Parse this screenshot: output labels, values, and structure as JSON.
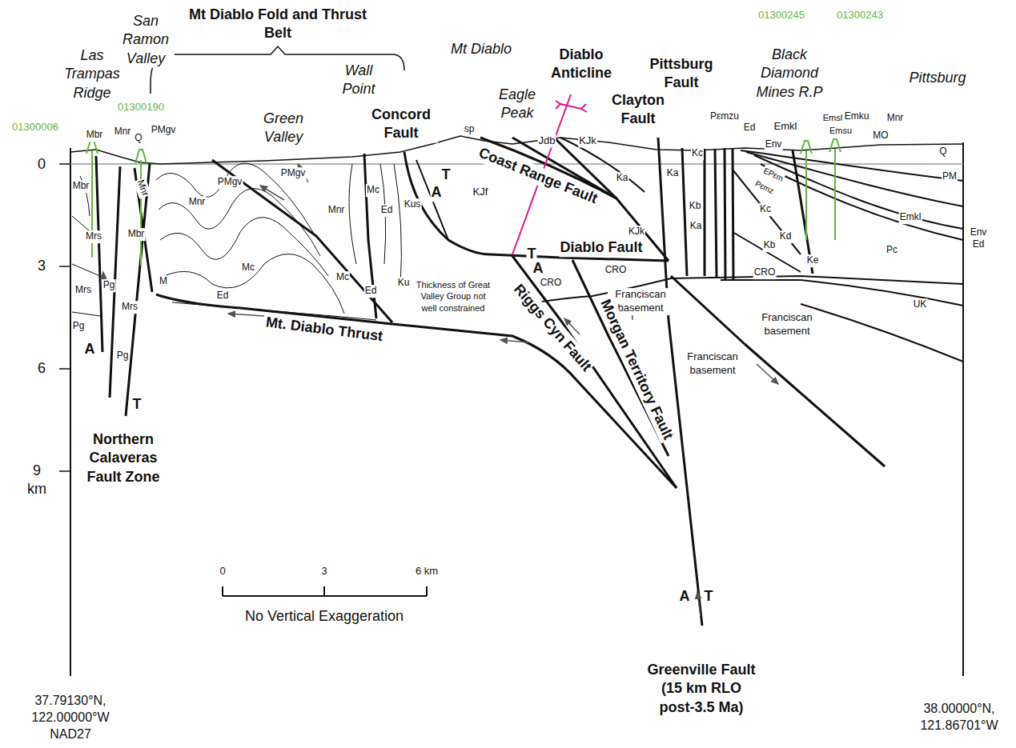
{
  "diagram": {
    "labels": [
      "Las Trampas Ridge",
      "San Ramon Valley",
      "Mt Diablo Fold and Thrust Belt",
      "Green Valley",
      "Wall Point",
      "Mt Diablo",
      "Eagle Peak",
      "Diablo Anticline",
      "Concord Fault",
      "Clayton Fault",
      "Pittsburg Fault",
      "Black Diamond Mines R.P",
      "Pittsburg",
      "01300245",
      "01300243",
      "01300190",
      "01300006",
      "Mbr",
      "Mnr",
      "Q",
      "PMgv",
      "Mbr",
      "Mnr",
      "Mrs",
      "Mrs",
      "Pg",
      "Pg",
      "Mbr",
      "Mrs",
      "M",
      "Pg",
      "A",
      "T",
      "Northern Calaveras Fault Zone",
      "Mnr",
      "Mc",
      "Ed",
      "PMgv",
      "PMgv",
      "Mnr",
      "Mc",
      "Mc",
      "Ed",
      "Ed",
      "Ku",
      "Kus",
      "Mt. Diablo Thrust",
      "T",
      "A",
      "KJf",
      "sp",
      "Jdb",
      "KJk",
      "Coast Range Fault",
      "Ka",
      "Ka",
      "KJk",
      "T",
      "Diablo Fault",
      "A",
      "CRO",
      "CRO",
      "Franciscan basement",
      "Thickness of Great Valley Group not well constrained",
      "Riggs Cyn Fault",
      "Morgan Territory Fault",
      "Franciscan basement",
      "Franciscan basement",
      "A",
      "T",
      "Greenville Fault (15 km RLO post-3.5 Ma)",
      "Kc",
      "Pεmzu",
      "Ed",
      "Emkl",
      "Kb",
      "Ka",
      "Kc",
      "Kb",
      "Env",
      "EPεm",
      "Pεmz",
      "Kd",
      "Ke",
      "CRO",
      "Emsl",
      "Emku",
      "Mnr",
      "Emsu",
      "MO",
      "Q",
      "PM",
      "Emkl",
      "Env",
      "Ed",
      "Pc",
      "UK",
      "0",
      "3",
      "6 km",
      "No Vertical Exaggeration",
      "0",
      "3",
      "6",
      "9 km",
      "37.79130°N, 122.00000°W NAD27",
      "38.00000°N, 121.86701°W"
    ]
  }
}
